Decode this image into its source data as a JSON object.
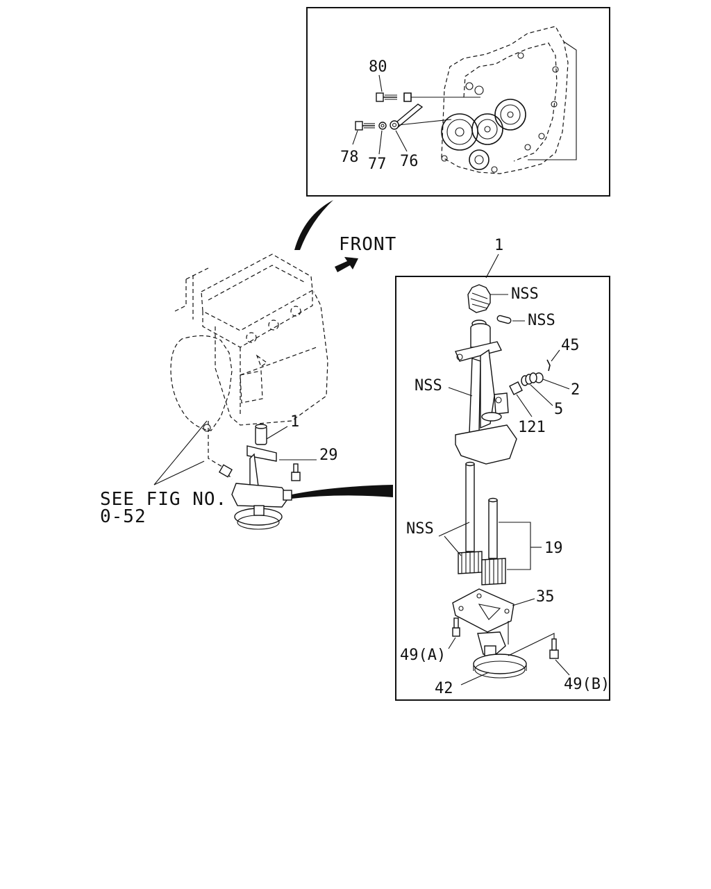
{
  "inset_callouts": {
    "bolt_80": "80",
    "bolt_78": "78",
    "washer_77": "77",
    "nozzle_76": "76"
  },
  "front_label": "FRONT",
  "engine_callouts": {
    "oil_pump_1": "1",
    "bolt_29": "29",
    "see_fig_line1": "SEE FIG NO.",
    "see_fig_line2": "0-52"
  },
  "detail_callouts": {
    "assembly_1": "1",
    "nss_gear": "NSS",
    "nss_pin": "NSS",
    "pin_45": "45",
    "nss_body": "NSS",
    "plug_2": "2",
    "spring_5": "5",
    "valve_121": "121",
    "nss_shaft": "NSS",
    "gear_set_19": "19",
    "cover_35": "35",
    "bolt_49a": "49(A)",
    "strainer_42": "42",
    "bolt_49b": "49(B)"
  }
}
